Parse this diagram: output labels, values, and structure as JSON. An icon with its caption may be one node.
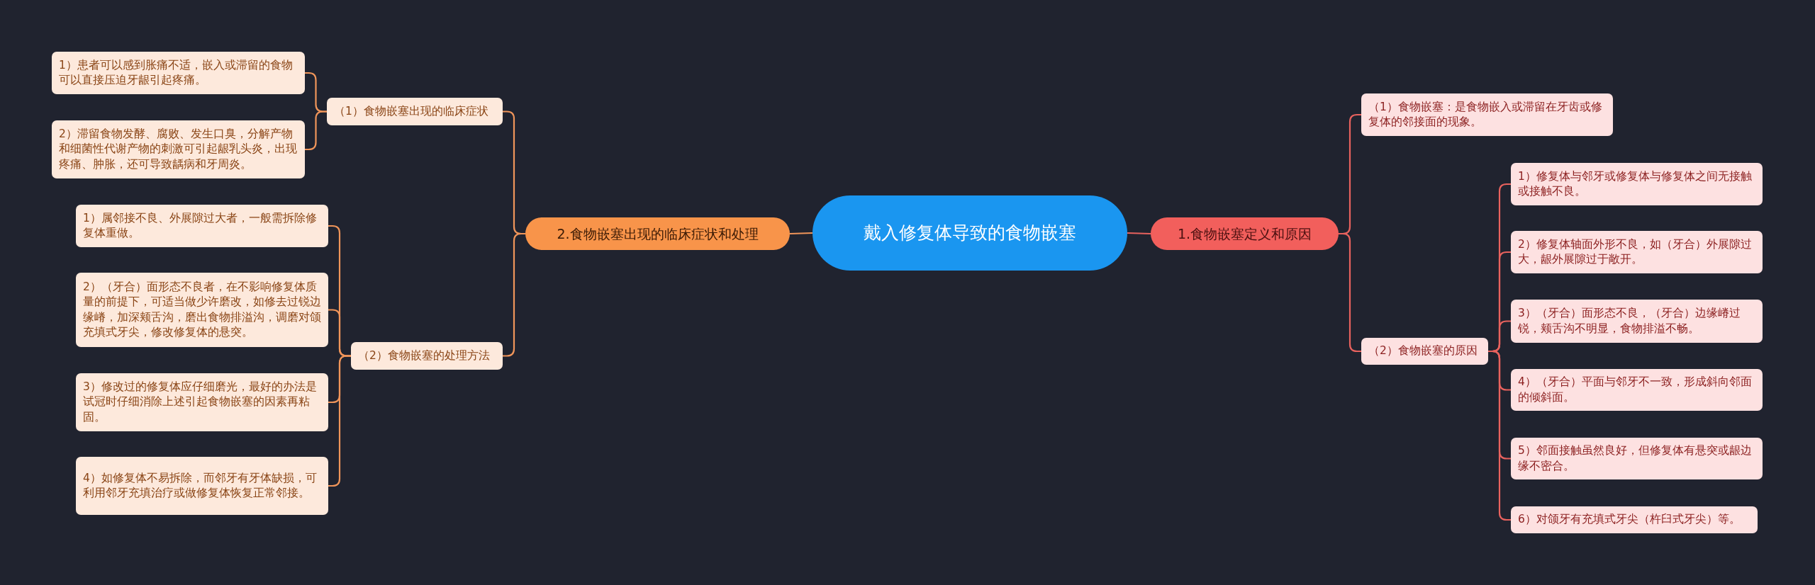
{
  "diagram": {
    "nodes": [
      {
        "text": [
          "戴入修复体导致的食物嵌塞"
        ]
      },
      {
        "text": [
          "1.食物嵌塞定义和原因"
        ]
      },
      {
        "text": [
          "（1）食物嵌塞：是食物嵌入或滞留在牙齿或修复体的邻接面的现象。"
        ]
      },
      {
        "text": [
          "（2）食物嵌塞的原因"
        ]
      },
      {
        "text": [
          "1）修复体与邻牙或修复体与修复体之间无接触或接触不良。"
        ]
      },
      {
        "text": [
          "2）修复体轴面外形不良，如（牙合）外展隙过大，龈外展隙过于敞开。"
        ]
      },
      {
        "text": [
          "3）（牙合）面形态不良，（牙合）边缘嵴过锐，颊舌沟不明显，食物排溢不畅。"
        ]
      },
      {
        "text": [
          "4）（牙合）平面与邻牙不一致，形成斜向邻面的倾斜面。"
        ]
      },
      {
        "text": [
          "5）邻面接触虽然良好，但修复体有悬突或龈边缘不密合。"
        ]
      },
      {
        "text": [
          "6）对颌牙有充填式牙尖（杵臼式牙尖）等。"
        ]
      },
      {
        "text": [
          "2.食物嵌塞出现的临床症状和处理"
        ]
      },
      {
        "text": [
          "（1）食物嵌塞出现的临床症状"
        ]
      },
      {
        "text": [
          "1）患者可以感到胀痛不适，嵌入或滞留的食物可以直接压迫牙龈引起疼痛。"
        ]
      },
      {
        "text": [
          "2）滞留食物发酵、腐败、发生口臭，分解产物和细菌性代谢产物的刺激可引起龈乳头炎，出现疼痛、肿胀，还可导致龋病和牙周炎。"
        ]
      },
      {
        "text": [
          "（2）食物嵌塞的处理方法"
        ]
      },
      {
        "text": [
          "1）属邻接不良、外展隙过大者，一般需拆除修复体重做。"
        ]
      },
      {
        "text": [
          "2）（牙合）面形态不良者，在不影响修复体质量的前提下，可适当做少许磨改，如修去过锐边缘嵴，加深颊舌沟，磨出食物排溢沟，调磨对颌充填式牙尖，修改修复体的悬突。"
        ]
      },
      {
        "text": [
          "3）修改过的修复体应仔细磨光，最好的办法是试冠时仔细消除上述引起食物嵌塞的因素再粘固。"
        ]
      },
      {
        "text": [
          "4）如修复体不易拆除，而邻牙有牙体缺损，可利用邻牙充填治疗或做修复体恢复正常邻接。"
        ]
      }
    ],
    "edges": [
      {
        "from": 0,
        "to": 1,
        "arrow": "none"
      },
      {
        "from": 1,
        "to": 2,
        "arrow": "none"
      },
      {
        "from": 1,
        "to": 3,
        "arrow": "none"
      },
      {
        "from": 3,
        "to": 4,
        "arrow": "none"
      },
      {
        "from": 3,
        "to": 5,
        "arrow": "none"
      },
      {
        "from": 3,
        "to": 6,
        "arrow": "none"
      },
      {
        "from": 3,
        "to": 7,
        "arrow": "none"
      },
      {
        "from": 3,
        "to": 8,
        "arrow": "none"
      },
      {
        "from": 3,
        "to": 9,
        "arrow": "none"
      },
      {
        "from": 0,
        "to": 10,
        "arrow": "none"
      },
      {
        "from": 10,
        "to": 11,
        "arrow": "none"
      },
      {
        "from": 11,
        "to": 12,
        "arrow": "none"
      },
      {
        "from": 11,
        "to": 13,
        "arrow": "none"
      },
      {
        "from": 10,
        "to": 14,
        "arrow": "none"
      },
      {
        "from": 14,
        "to": 15,
        "arrow": "none"
      },
      {
        "from": 14,
        "to": 16,
        "arrow": "none"
      },
      {
        "from": 14,
        "to": 17,
        "arrow": "none"
      },
      {
        "from": 14,
        "to": 18,
        "arrow": "none"
      }
    ]
  }
}
